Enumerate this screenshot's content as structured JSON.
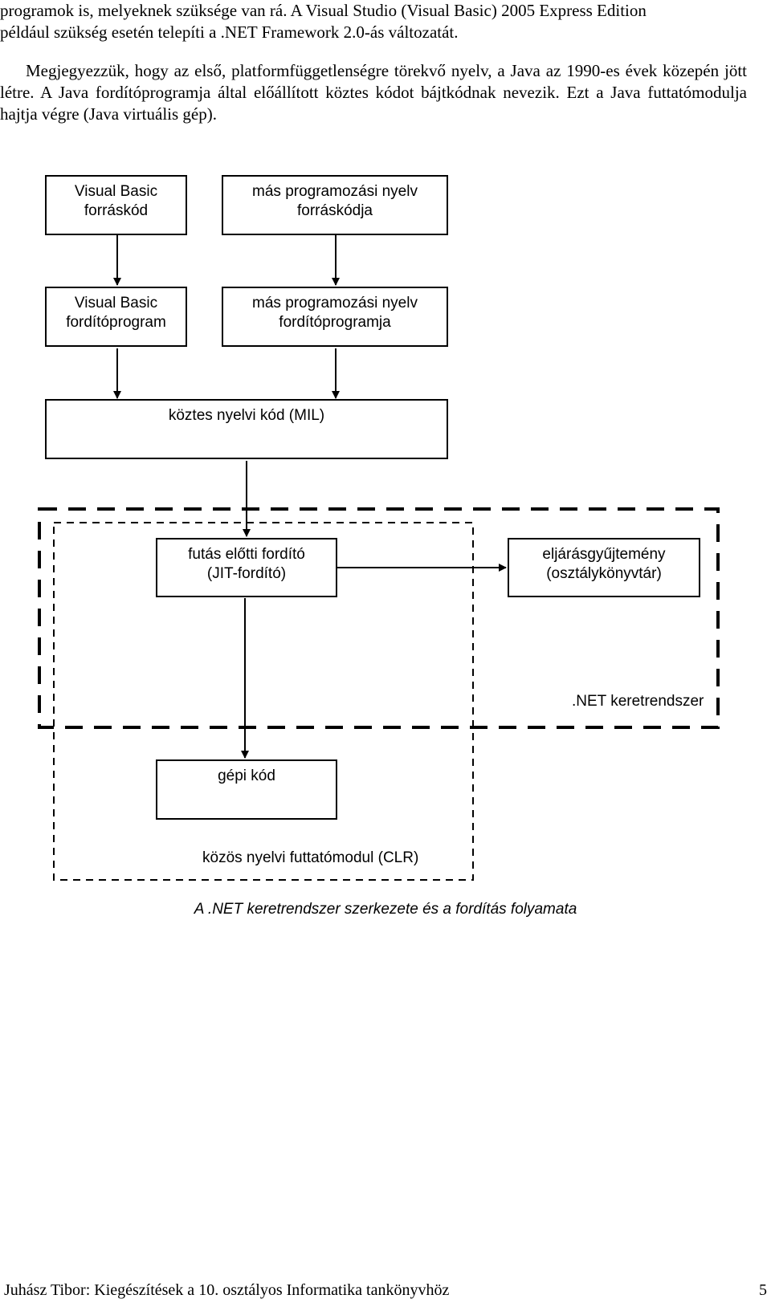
{
  "text": {
    "line1": "programok is, melyeknek szüksége van rá. A Visual Studio (Visual Basic) 2005 Express Edition",
    "line2": "például szükség esetén telepíti a .NET Framework 2.0-ás változatát.",
    "para2": "Megjegyezzük, hogy az első, platformfüggetlenségre törekvő nyelv, a Java az 1990-es évek közepén jött létre. A Java fordítóprogramja által előállított köztes kódot bájtkódnak nevezik. Ezt a Java futtatómodulja hajtja végre (Java virtuális gép)."
  },
  "diagram": {
    "vb_source": [
      "Visual Basic",
      "forráskód"
    ],
    "other_source": [
      "más programozási nyelv",
      "forráskódja"
    ],
    "vb_compiler": [
      "Visual Basic",
      "fordítóprogram"
    ],
    "other_compiler": [
      "más programozási nyelv",
      "fordítóprogramja"
    ],
    "mil": "köztes nyelvi kód (MIL)",
    "jit": [
      "futás előtti fordító",
      "(JIT-fordító)"
    ],
    "library": [
      "eljárásgyűjtemény",
      "(osztálykönyvtár)"
    ],
    "net_label": ".NET keretrendszer",
    "machine_code": "gépi kód",
    "clr_label": "közös nyelvi futtatómodul (CLR)",
    "caption": "A .NET keretrendszer szerkezete és a fordítás folyamata"
  },
  "footer": {
    "left": "Juhász Tibor: Kiegészítések a 10. osztályos Informatika tankönyvhöz",
    "page": "5"
  }
}
